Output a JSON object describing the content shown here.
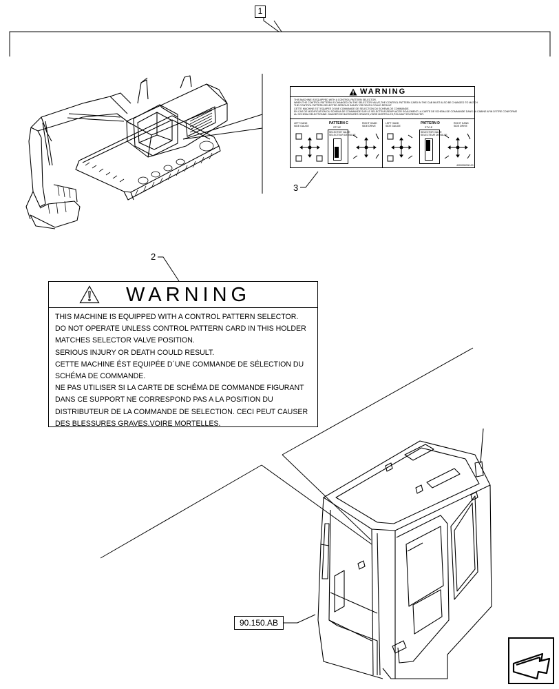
{
  "callouts": {
    "item1": "1",
    "item2": "2",
    "item3": "3"
  },
  "reference": {
    "label": "90.150.AB"
  },
  "warning_label": {
    "title": "WARNING",
    "lines": [
      "THIS MACHINE IS EQUIPPED WITH A CONTROL PATTERN SELECTOR.",
      "DO NOT OPERATE UNLESS CONTROL PATTERN CARD IN THIS HOLDER",
      "MATCHES SELECTOR VALVE POSITION.",
      "SERIOUS INJURY OR DEATH COULD RESULT.",
      "CETTE MACHINE ÉST EQUIPÉE D´UNE COMMANDE DE SÉLECTION DU",
      "SCHÉMA DE COMMANDE.",
      "NE PAS UTILISER SI LA CARTE DE SCHÉMA DE COMMANDE FIGURANT",
      "DANS CE SUPPORT NE CORRESPOND PAS A LA POSITION DU",
      "DISTRIBUTEUR DE LA COMMANDE DE SELECTION. CECI PEUT CAUSER",
      "DES BLESSURES GRAVES.VOIRE MORTELLES."
    ]
  },
  "decal": {
    "title": "WARNING",
    "lines": [
      "THIS MACHINE IS EQUIPPED WITH A CONTROL PATTERN SELECTOR.",
      "WHEN THE CONTROL PATTERN IS CHANGED ON THE SELECTOR VALVE,THE CONTROL PATTERN CARD IN THE CAB MUST ALSO BE CHANGED TO MATCH",
      "THE CONTROL PATTERN SELECTED.SERIOUS INJURY OR DEATH COULD RESULT.",
      "CETTE MACHINE EST EQUIPEE D'UNE COMMANDE DE SELECTION DU SCHEMA DE COMMANDE.",
      "EN CAS DE MODIFICATION DU SCHEMA DE COMMANDE SUR LE SELECTEUR,REMPLACER EGALEMENT LA CARTE DE SCHEMA DE COMMANDE DANS LA CABINE AFIN D'ETRE CONFORME",
      "AU SCHEMA SELECTIONNE. DANGER DE BLESSURES GRAVES,VOIRE MORTELLES,POUVANT EN RESULTER."
    ],
    "left": {
      "left_hand": "LEFT HAND\nSIDE GAUGE",
      "pattern": "PATTERN C",
      "style": "STYLE",
      "selector": "SELECTOR VALVE\nSELECTEUR DE VALVE",
      "right_hand": "RIGHT HAND\nSIDE DRIVE"
    },
    "right": {
      "left_hand": "LEFT HAND\nSIDE GAUGE",
      "pattern": "PATTERN D",
      "style": "STYLE",
      "selector": "SELECTOR VALVE\nSELECTEUR DE VALVE",
      "right_hand": "RIGHT HAND\nSIDE DRIVE"
    },
    "part_code": "4000000000-00"
  }
}
